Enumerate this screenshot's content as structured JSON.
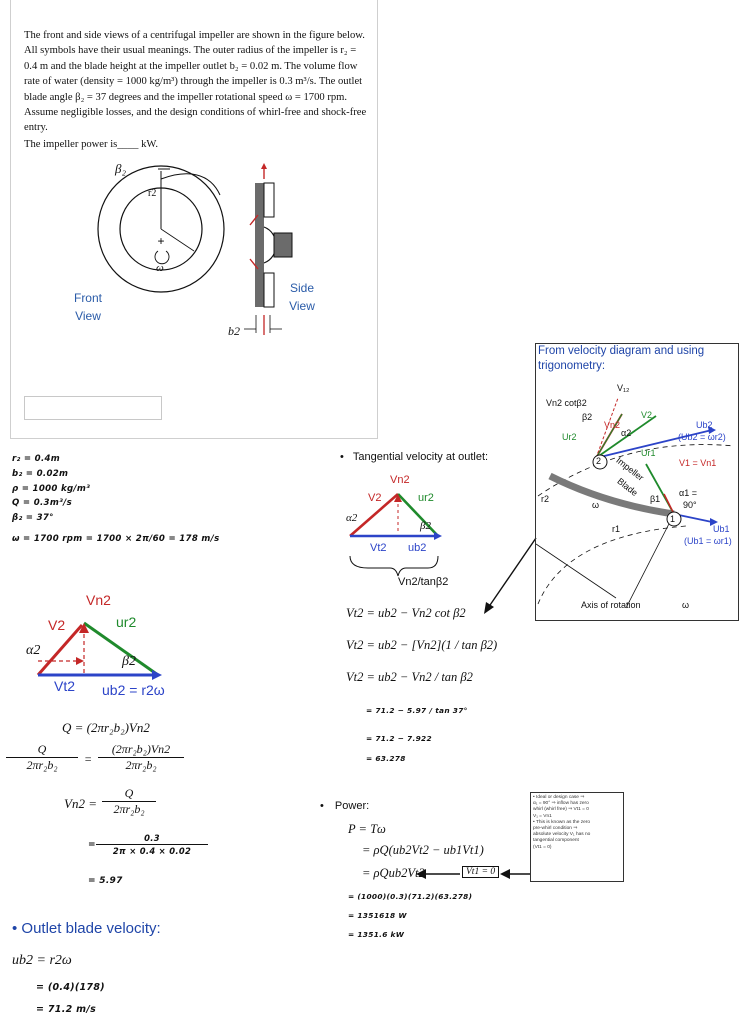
{
  "question": {
    "text": "The front and side views of a centrifugal impeller are shown in the figure below. All symbols have their usual meanings. The outer radius of the impeller is r₂ = 0.4 m and the blade height at the impeller outlet b₂ = 0.02 m. The volume flow rate of water (density = 1000 kg/m³) through the impeller is 0.3 m³/s. The outlet blade angle β₂ = 37 degrees and the impeller rotational speed ω = 1700 rpm. Assume negligible losses, and the design conditions of whirl-free and shock-free entry.",
    "prompt": "The impeller power is____ kW.",
    "answer_value": ""
  },
  "figure": {
    "front_label": "Front View",
    "side_label": "Side View",
    "beta2": "β₂",
    "r2": "r2",
    "omega": "ω",
    "b2": "b2"
  },
  "given": {
    "lines": [
      "r₂ = 0.4m",
      "b₂ = 0.02m",
      "ρ = 1000 kg/m³",
      "Q = 0.3m³/s",
      "β₂ = 37°",
      "ω = 1700 rpm = 1700 × 2π/60 = 178 m/s"
    ]
  },
  "left_triangle": {
    "vn2": "Vn2",
    "v2": "V2",
    "ur2": "ur2",
    "alpha2": "α2",
    "beta2": "β2",
    "vt2": "Vt2",
    "ub2": "ub2 = r2ω"
  },
  "flow_equations": {
    "q_eq": "Q = (2πr₂b₂)Vn2",
    "q_div_num": "Q",
    "q_div_den": "2πr₂b₂",
    "rhs_num": "(2πr₂b₂)Vn2",
    "rhs_den": "2πr₂b₂",
    "vn2_lhs": "Vn2 =",
    "vn2_num": "Q",
    "vn2_den": "2πr₂b₂",
    "num_value_num": "0.3",
    "num_value_den": "2π × 0.4 × 0.02",
    "result": "= 5.97"
  },
  "outlet": {
    "title": "Outlet blade velocity:",
    "eq": "ub2 = r2ω",
    "step1": "= (0.4)(178)",
    "step2": "= 71.2 m/s"
  },
  "tangential": {
    "title": "Tangential velocity at outlet:",
    "eq1": "Vt2 = ub2 − Vn2 cot β2",
    "eq2": "Vt2 = ub2 − [Vn2](1 / tan β2)",
    "eq3": "Vt2 = ub2 − Vn2 / tan β2",
    "num_step": "= 71.2 − 5.97 / tan 37°",
    "step2": "= 71.2 − 7.922",
    "step3": "= 63.278",
    "brace_label": "Vn2/tanβ2",
    "tri_vn2": "Vn2",
    "tri_v2": "V2",
    "tri_ur2": "ur2",
    "tri_alpha": "α2",
    "tri_beta": "β2",
    "tri_vt2": "Vt2",
    "tri_ub2": "ub2"
  },
  "power": {
    "title": "Power:",
    "eq1": "P = Tω",
    "eq2": "= ρQ(ub2Vt2 − ub1Vt1)",
    "eq3": "= ρQub2Vt2",
    "vt1_zero": "Vt1 = 0",
    "step1": "= (1000)(0.3)(71.2)(63.278)",
    "step2": "= 1351618 W",
    "step3": "= 1351.6 kW"
  },
  "ideal_note": {
    "lines": [
      "Ideal or design case ⇒",
      "α₁ = 90° ⇒ inflow has zero",
      "whirl (whirl free) ⇒ Vt1 = 0",
      "V₁ = Vn1",
      "This is known as the zero",
      "pre-whirl condition ⇒",
      "absolute velocity V₁ has no",
      "tangential component",
      "(Vt1 = 0)"
    ]
  },
  "velocity_diagram": {
    "title": "From velocity diagram and using trigonometry:",
    "labels": {
      "v12": "V₁₂",
      "vn2cot": "Vn2 cotβ2",
      "vn2": "Vn2",
      "v2": "V2",
      "ub2": "Ub2",
      "ub2eq": "(Ub2 = ωr2)",
      "ur2": "Ur2",
      "beta2": "β2",
      "alpha2": "α2",
      "v1vn1": "V1 = Vn1",
      "impeller": "Impeller",
      "blade": "Blade",
      "ur1": "Ur1",
      "alpha1": "α1 =",
      "deg90": "90°",
      "beta1": "β1",
      "r2": "r2",
      "r1": "r1",
      "omega": "ω",
      "ub1": "Ub1",
      "ub1eq": "(Ub1 = ωr1)",
      "n2": "2",
      "n1": "1",
      "axis": "Axis of rotation",
      "omega2": "ω"
    }
  },
  "colors": {
    "red": "#c42727",
    "blue": "#2c44c8",
    "green": "#1f8a2c",
    "accent": "#2a5ba8"
  }
}
